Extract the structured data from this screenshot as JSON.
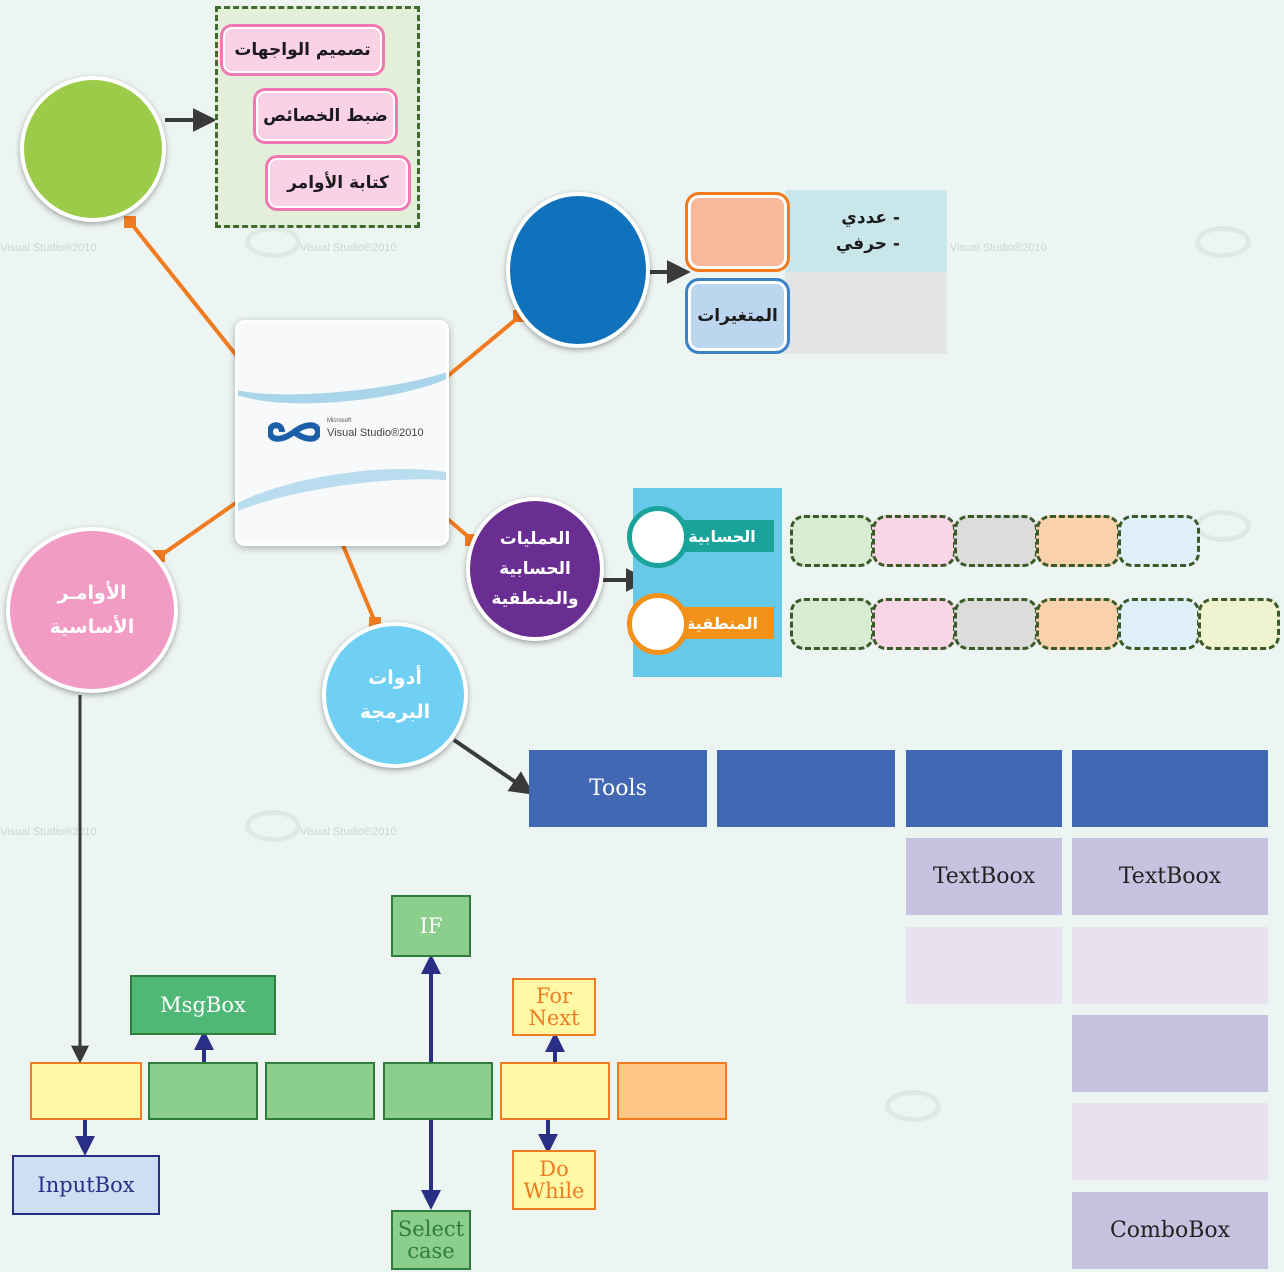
{
  "design_steps": [
    "تصميم الواجهات",
    "ضبط الخصائص",
    "كتابة الأوامر"
  ],
  "center": {
    "logo_small": "Microsoft",
    "logo_text": "Visual Studio®2010"
  },
  "watermark_text": "Visual Studio®2010",
  "variables": {
    "types": [
      "- عددي",
      "- حرفي"
    ],
    "label": "المتغيرات"
  },
  "operations": {
    "circle_label": "العمليات الحسابية والمنطقية",
    "arith_label": "الحسابية",
    "logic_label": "المنطقية"
  },
  "basic_commands": {
    "circle_label": "الأوامـر الأساسية"
  },
  "programming_tools": {
    "circle_label": "أدوات البرمجة"
  },
  "tools_table": {
    "header": [
      "Tools",
      "",
      "",
      ""
    ],
    "col3_rows": [
      "TextBoox",
      ""
    ],
    "col4_rows": [
      "TextBoox",
      "",
      "",
      "",
      "ComboBox"
    ]
  },
  "commands_flow": {
    "msgbox": "MsgBox",
    "inputbox": "InputBox",
    "if": "IF",
    "select_case": "Select case",
    "for_next": "For Next",
    "do_while": "Do While"
  },
  "colors": {
    "green_circle": "#9ccb4a",
    "blue_circle": "#1071bd",
    "purple_circle": "#6a2d91",
    "pink_circle": "#f19bc5",
    "cyan_circle": "#6fd0f3",
    "connector": "#f07c21",
    "table_header": "#4268b3",
    "table_dark": "#c7c2e0",
    "table_light": "#e8e2f0"
  }
}
